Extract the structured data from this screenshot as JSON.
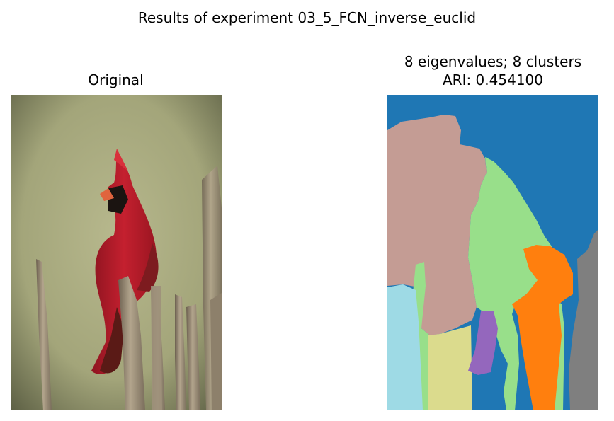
{
  "figure": {
    "suptitle": "Results of experiment 03_5_FCN_inverse_euclid"
  },
  "panels": {
    "original": {
      "title": "Original"
    },
    "segmentation": {
      "title_line1": "8 eigenvalues; 8 clusters",
      "title_line2": "ARI: 0.454100",
      "eigenvalues": 8,
      "clusters": 8,
      "ari": 0.4541,
      "cluster_colors": [
        "#1f77b4",
        "#c49c94",
        "#98df8a",
        "#ff7f0e",
        "#7f7f7f",
        "#9edae5",
        "#dbdb8d",
        "#9467bd"
      ]
    }
  }
}
